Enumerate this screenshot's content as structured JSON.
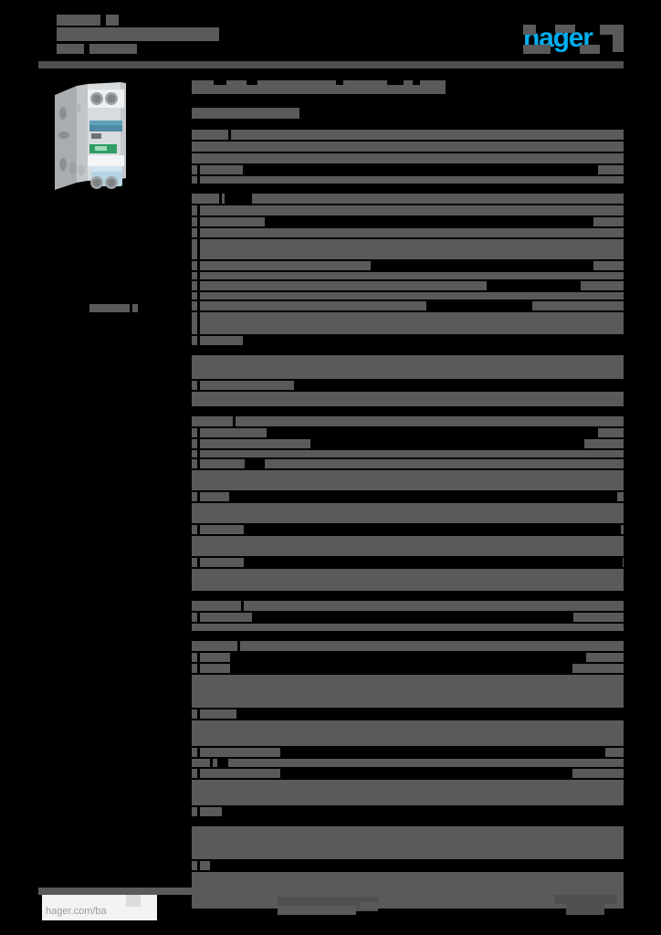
{
  "document": {
    "type": "product-datasheet",
    "brand": "hager",
    "brand_color": "#00AEEF",
    "page_background": "#000000",
    "redaction_color": "#595b5b",
    "redaction_color_dark": "#4e5050",
    "note": "All body text in this datasheet is redacted with solid gray bars."
  },
  "header": {
    "title_line1": "",
    "title_line2": "",
    "title_line3": "",
    "subtitle": "",
    "logo_label": "hager",
    "rule_visible": true
  },
  "product": {
    "image_alt": "miniature circuit breaker / RCBO module, grey housing with blue toggle",
    "caption": "",
    "caption_extra": "",
    "body_color": "#d8dadc",
    "front_color": "#eceef0",
    "toggle_color": "#b9d9e8",
    "label_color": "#2f9e63",
    "logo_strip_color": "#4a7f96"
  },
  "main": {
    "page_title": "",
    "page_subtitle": "",
    "sections": [
      {
        "name": "section-1",
        "rows": [
          {
            "label_w": 40,
            "value_x": 0,
            "value_w": 0,
            "h": 11
          },
          {
            "label_w": 0,
            "value_x": 0,
            "value_w": 0,
            "h": 11
          },
          {
            "label_w": 0,
            "value_x": 0,
            "value_w": 0,
            "h": 11
          },
          {
            "label_w": 6,
            "value_x": 56,
            "value_w": 389,
            "h": 10
          },
          {
            "label_w": 6,
            "value_x": 0,
            "value_w": 0,
            "h": 8
          }
        ]
      },
      {
        "name": "section-2",
        "rows": [
          {
            "label_w": 30,
            "value_x": 36,
            "value_w": 30,
            "h": 11
          },
          {
            "label_w": 6,
            "value_x": 0,
            "value_w": 0,
            "h": 11
          },
          {
            "label_w": 6,
            "value_x": 80,
            "value_w": 360,
            "h": 10
          },
          {
            "label_w": 6,
            "value_x": 0,
            "value_w": 0,
            "h": 10
          },
          {
            "label_w": 6,
            "value_x": 0,
            "value_w": 0,
            "h": 22
          },
          {
            "label_w": 6,
            "value_x": 196,
            "value_w": 244,
            "h": 10
          },
          {
            "label_w": 6,
            "value_x": 0,
            "value_w": 0,
            "h": 8
          },
          {
            "label_w": 6,
            "value_x": 323,
            "value_w": 103,
            "h": 10
          },
          {
            "label_w": 6,
            "value_x": 0,
            "value_w": 0,
            "h": 8
          },
          {
            "label_w": 6,
            "value_x": 257,
            "value_w": 116,
            "h": 10
          },
          {
            "label_w": 6,
            "value_x": 0,
            "value_w": 0,
            "h": 24
          },
          {
            "label_w": 6,
            "value_x": 56,
            "value_w": 417,
            "h": 10
          }
        ]
      },
      {
        "name": "section-3",
        "rows": [
          {
            "label_w": 0,
            "value_x": 0,
            "value_w": 0,
            "h": 26
          },
          {
            "label_w": 6,
            "value_x": 112,
            "value_w": 361,
            "h": 10
          },
          {
            "label_w": 0,
            "value_x": 0,
            "value_w": 0,
            "h": 16
          }
        ]
      },
      {
        "name": "section-4",
        "rows": [
          {
            "label_w": 45,
            "value_x": 0,
            "value_w": 0,
            "h": 11
          },
          {
            "label_w": 6,
            "value_x": 82,
            "value_w": 363,
            "h": 10
          },
          {
            "label_w": 6,
            "value_x": 130,
            "value_w": 300,
            "h": 10
          },
          {
            "label_w": 6,
            "value_x": 0,
            "value_w": 0,
            "h": 8
          },
          {
            "label_w": 6,
            "value_x": 58,
            "value_w": 22,
            "h": 10
          },
          {
            "label_w": 0,
            "value_x": 0,
            "value_w": 0,
            "h": 22
          },
          {
            "label_w": 6,
            "value_x": 41,
            "value_w": 425,
            "h": 10
          },
          {
            "label_w": 0,
            "value_x": 0,
            "value_w": 0,
            "h": 22
          },
          {
            "label_w": 6,
            "value_x": 57,
            "value_w": 413,
            "h": 10
          },
          {
            "label_w": 0,
            "value_x": 0,
            "value_w": 0,
            "h": 22
          },
          {
            "label_w": 6,
            "value_x": 57,
            "value_w": 415,
            "h": 10
          },
          {
            "label_w": 0,
            "value_x": 0,
            "value_w": 0,
            "h": 24
          }
        ]
      },
      {
        "name": "section-5",
        "rows": [
          {
            "label_w": 54,
            "value_x": 0,
            "value_w": 0,
            "h": 11
          },
          {
            "label_w": 6,
            "value_x": 66,
            "value_w": 352,
            "h": 10
          },
          {
            "label_w": 0,
            "value_x": 0,
            "value_w": 0,
            "h": 8
          }
        ]
      },
      {
        "name": "section-6",
        "rows": [
          {
            "label_w": 50,
            "value_x": 0,
            "value_w": 0,
            "h": 11
          },
          {
            "label_w": 6,
            "value_x": 42,
            "value_w": 390,
            "h": 10
          },
          {
            "label_w": 6,
            "value_x": 42,
            "value_w": 375,
            "h": 10
          },
          {
            "label_w": 0,
            "value_x": 0,
            "value_w": 0,
            "h": 36
          },
          {
            "label_w": 6,
            "value_x": 49,
            "value_w": 424,
            "h": 10
          },
          {
            "label_w": 0,
            "value_x": 0,
            "value_w": 0,
            "h": 28
          },
          {
            "label_w": 6,
            "value_x": 97,
            "value_w": 356,
            "h": 10
          },
          {
            "label_w": 20,
            "value_x": 28,
            "value_w": 12,
            "h": 9
          },
          {
            "label_w": 6,
            "value_x": 97,
            "value_w": 320,
            "h": 10
          },
          {
            "label_w": 0,
            "value_x": 0,
            "value_w": 0,
            "h": 28
          },
          {
            "label_w": 6,
            "value_x": 33,
            "value_w": 440,
            "h": 10
          }
        ]
      },
      {
        "name": "section-7",
        "rows": [
          {
            "label_w": 0,
            "value_x": 0,
            "value_w": 0,
            "h": 36
          },
          {
            "label_w": 6,
            "value_x": 20,
            "value_w": 453,
            "h": 10
          },
          {
            "label_w": 0,
            "value_x": 0,
            "value_w": 0,
            "h": 40
          }
        ]
      }
    ]
  },
  "footer": {
    "url": "hager.com/ba",
    "center_text": "",
    "page_number": "",
    "rule_visible": true
  }
}
